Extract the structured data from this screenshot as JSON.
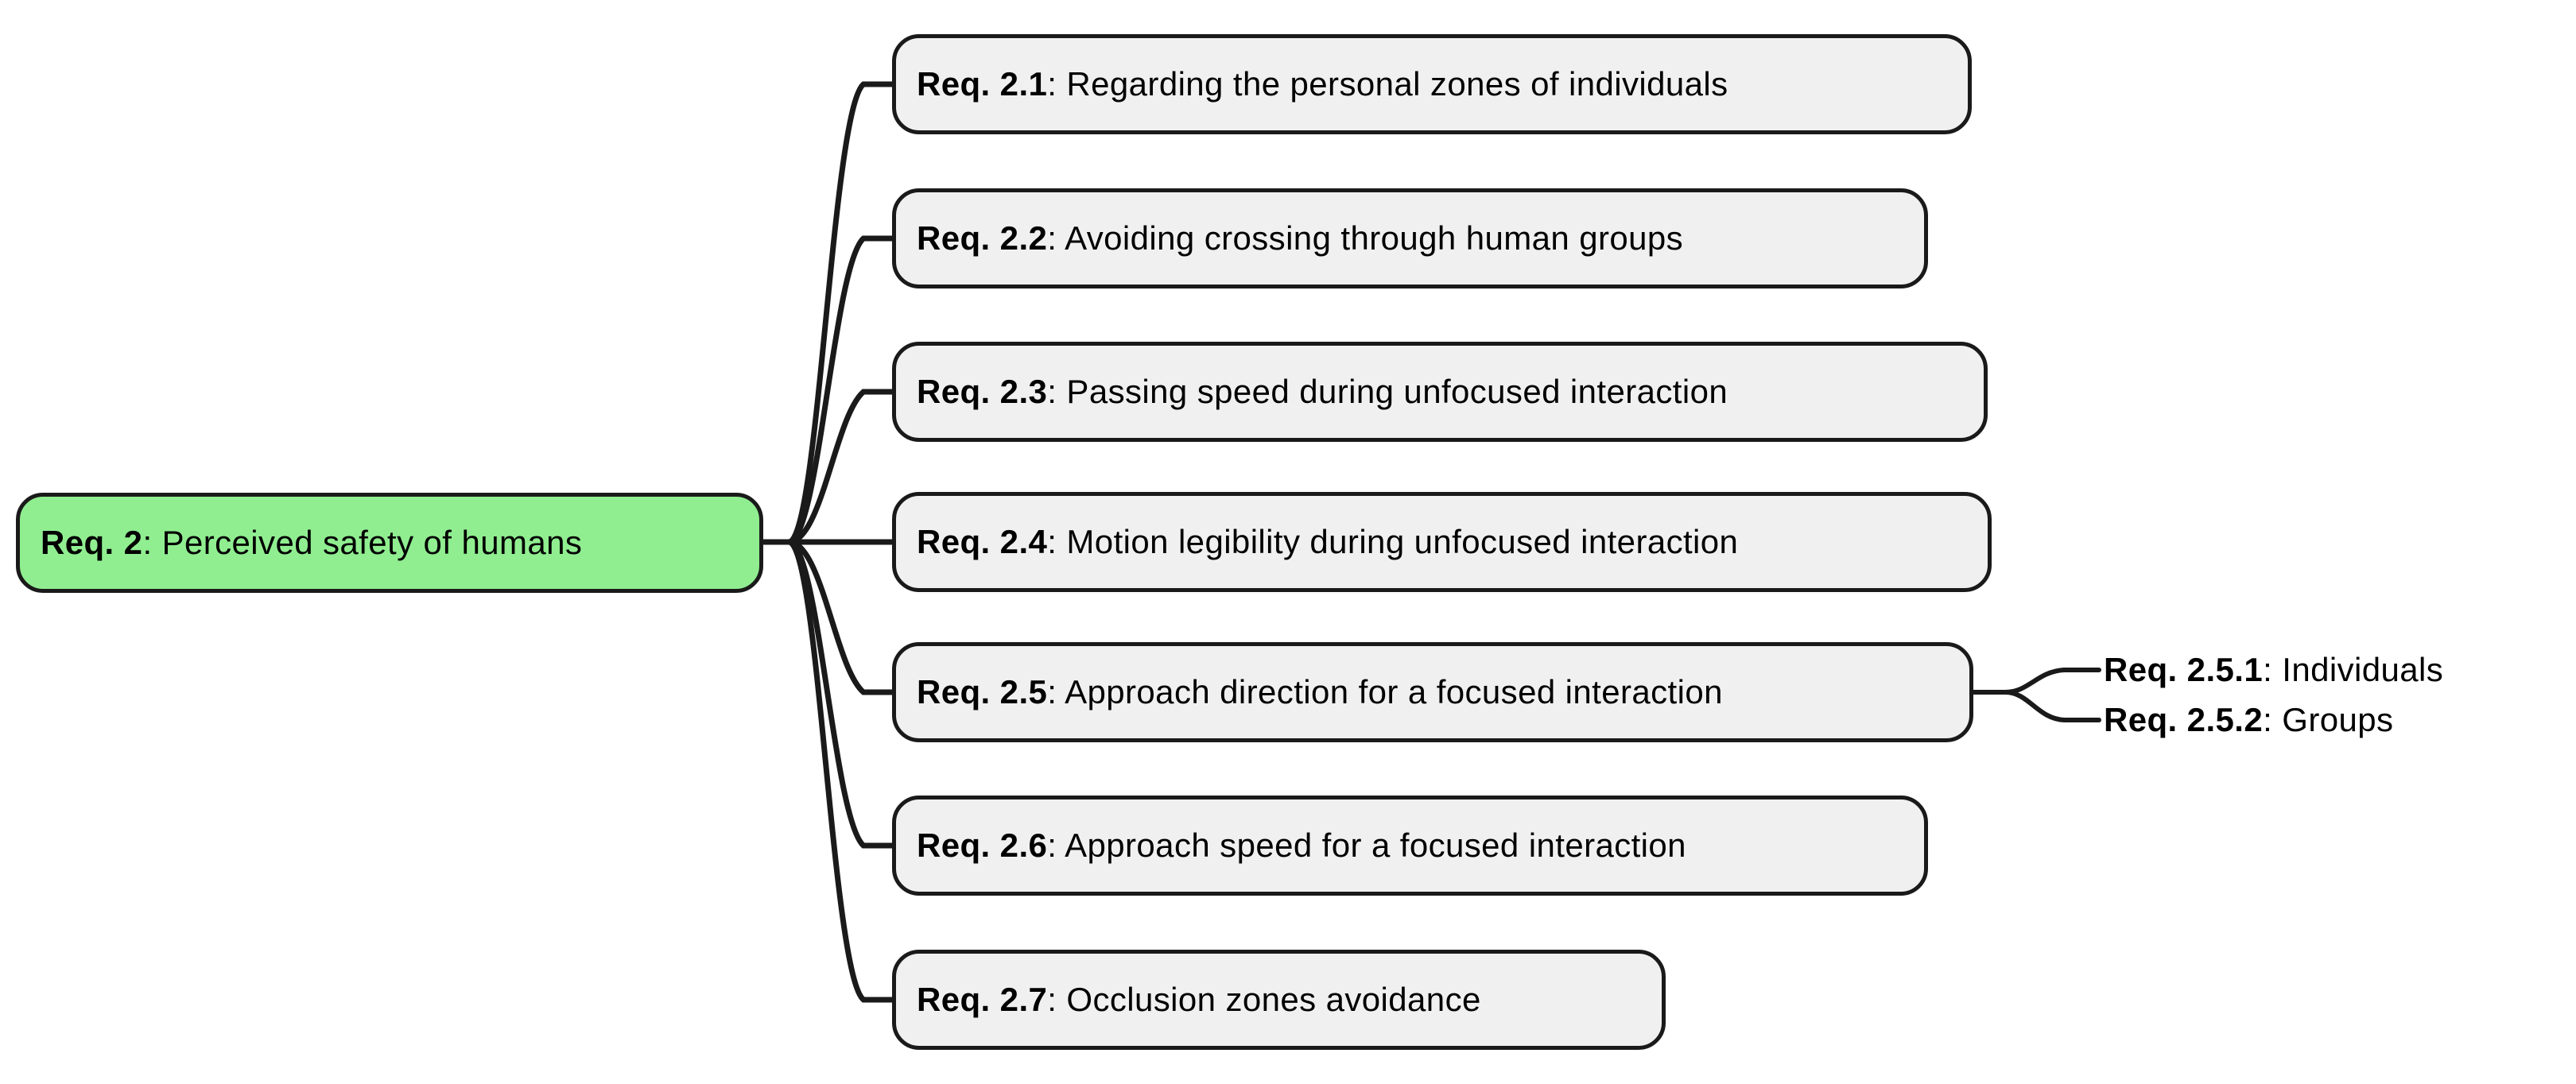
{
  "diagram": {
    "type": "mind-map",
    "title": "Req. 2: Perceived safety of humans",
    "background_color": "#ffffff",
    "root_fill_color": "#90ee90",
    "node_fill_color": "#f0f0f0",
    "border_color": "#1a1a1a",
    "text_color": "#000000"
  },
  "root": {
    "tag": "Req. 2",
    "separator": ": ",
    "text": "Perceived safety of humans",
    "full": "Req. 2: Perceived safety of humans"
  },
  "children": [
    {
      "tag": "Req. 2.1",
      "separator": ": ",
      "text": "Regarding the personal zones of individuals",
      "full": "Req. 2.1: Regarding the personal zones of individuals"
    },
    {
      "tag": "Req. 2.2",
      "separator": ": ",
      "text": "Avoiding crossing through human groups",
      "full": "Req. 2.2: Avoiding crossing through human groups"
    },
    {
      "tag": "Req. 2.3",
      "separator": ": ",
      "text": "Passing speed during unfocused interaction",
      "full": "Req. 2.3: Passing speed during unfocused interaction"
    },
    {
      "tag": "Req. 2.4",
      "separator": ": ",
      "text": "Motion legibility during unfocused interaction",
      "full": "Req. 2.4: Motion legibility during unfocused interaction"
    },
    {
      "tag": "Req. 2.5",
      "separator": ": ",
      "text": "Approach direction for a focused interaction",
      "full": "Req. 2.5: Approach direction for a focused interaction"
    },
    {
      "tag": "Req. 2.6",
      "separator": ": ",
      "text": "Approach speed for a focused interaction",
      "full": "Req. 2.6: Approach speed for a focused interaction"
    },
    {
      "tag": "Req. 2.7",
      "separator": ": ",
      "text": "Occlusion zones avoidance",
      "full": "Req. 2.7: Occlusion zones avoidance"
    }
  ],
  "grandchildren": [
    {
      "parent": "Req. 2.5",
      "tag": "Req. 2.5.1",
      "separator": ": ",
      "text": "Individuals",
      "full": "Req. 2.5.1: Individuals"
    },
    {
      "parent": "Req. 2.5",
      "tag": "Req. 2.5.2",
      "separator": ": ",
      "text": "Groups",
      "full": "Req. 2.5.2: Groups"
    }
  ]
}
